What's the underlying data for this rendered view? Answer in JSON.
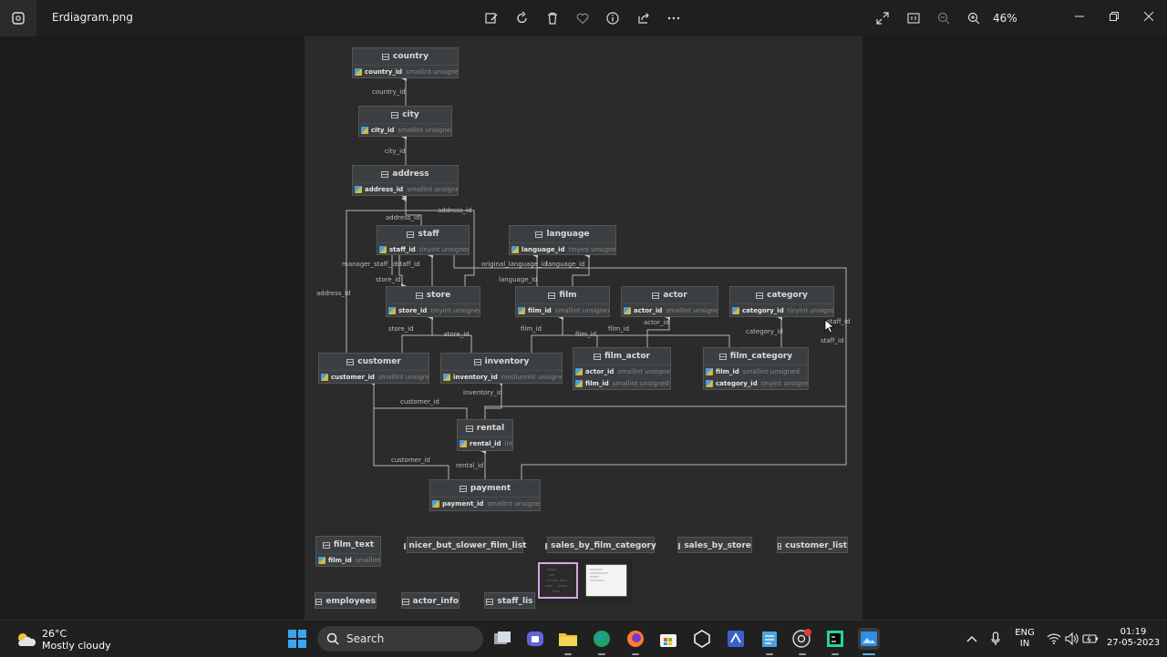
{
  "window": {
    "file_name": "Erdiagram.png",
    "zoom": "46%"
  },
  "toolbar": {
    "icons": [
      "edit-image-icon",
      "rotate-icon",
      "delete-icon",
      "favorite-icon",
      "info-icon",
      "share-icon",
      "more-icon"
    ],
    "right_icons": [
      "fullscreen-icon",
      "actual-size-icon",
      "zoom-out-icon",
      "zoom-in-icon"
    ]
  },
  "diagram": {
    "tables": {
      "country": {
        "name": "country",
        "columns": [
          {
            "name": "country_id",
            "type": "smallint unsigned"
          }
        ]
      },
      "city": {
        "name": "city",
        "columns": [
          {
            "name": "city_id",
            "type": "smallint unsigned"
          }
        ]
      },
      "address": {
        "name": "address",
        "columns": [
          {
            "name": "address_id",
            "type": "smallint unsigned"
          }
        ]
      },
      "staff": {
        "name": "staff",
        "columns": [
          {
            "name": "staff_id",
            "type": "tinyint unsigned"
          }
        ]
      },
      "language": {
        "name": "language",
        "columns": [
          {
            "name": "language_id",
            "type": "tinyint unsigned"
          }
        ]
      },
      "store": {
        "name": "store",
        "columns": [
          {
            "name": "store_id",
            "type": "tinyint unsigned"
          }
        ]
      },
      "film": {
        "name": "film",
        "columns": [
          {
            "name": "film_id",
            "type": "smallint unsigned"
          }
        ]
      },
      "actor": {
        "name": "actor",
        "columns": [
          {
            "name": "actor_id",
            "type": "smallint unsigned"
          }
        ]
      },
      "category": {
        "name": "category",
        "columns": [
          {
            "name": "category_id",
            "type": "tinyint unsigned"
          }
        ]
      },
      "customer": {
        "name": "customer",
        "columns": [
          {
            "name": "customer_id",
            "type": "smallint unsigned"
          }
        ]
      },
      "inventory": {
        "name": "inventory",
        "columns": [
          {
            "name": "inventory_id",
            "type": "mediumint unsigned"
          }
        ]
      },
      "film_actor": {
        "name": "film_actor",
        "columns": [
          {
            "name": "actor_id",
            "type": "smallint unsigned"
          },
          {
            "name": "film_id",
            "type": "smallint unsigned"
          }
        ]
      },
      "film_category": {
        "name": "film_category",
        "columns": [
          {
            "name": "film_id",
            "type": "smallint unsigned"
          },
          {
            "name": "category_id",
            "type": "tinyint unsigned"
          }
        ]
      },
      "rental": {
        "name": "rental",
        "columns": [
          {
            "name": "rental_id",
            "type": "int"
          }
        ]
      },
      "payment": {
        "name": "payment",
        "columns": [
          {
            "name": "payment_id",
            "type": "smallint unsigned"
          }
        ]
      },
      "film_text": {
        "name": "film_text",
        "columns": [
          {
            "name": "film_id",
            "type": "smallint"
          }
        ]
      },
      "nicer_but_slower_film_list": {
        "name": "nicer_but_slower_film_list"
      },
      "sales_by_film_category": {
        "name": "sales_by_film_category"
      },
      "sales_by_store": {
        "name": "sales_by_store"
      },
      "customer_list": {
        "name": "customer_list"
      },
      "employees": {
        "name": "employees"
      },
      "actor_info": {
        "name": "actor_info"
      },
      "staff_list": {
        "name": "staff_lis"
      }
    },
    "labels": {
      "l_country_id": "country_id",
      "l_city_id": "city_id",
      "l_address_id_1": "address_id",
      "l_address_id_2": "address_id",
      "l_address_id_3": "address_id",
      "l_manager_staff_id": "manager_staff_id",
      "l_staff_id_1": "staff_id",
      "l_store_id_1": "store_id",
      "l_original_language_id": "original_language_id",
      "l_language_id_1": "language_id",
      "l_language_id_2": "language_id",
      "l_store_id_2": "store_id",
      "l_store_id_3": "store_id",
      "l_film_id_1": "film_id",
      "l_film_id_2": "film_id",
      "l_film_id_3": "film_id",
      "l_actor_id": "actor_id",
      "l_category_id": "category_id",
      "l_staff_id_2": "staff_id",
      "l_staff_id_3": "staff_id",
      "l_customer_id_1": "customer_id",
      "l_inventory_id": "inventory_id",
      "l_customer_id_2": "customer_id",
      "l_rental_id": "rental_id"
    }
  },
  "taskbar": {
    "weather_temp": "26°C",
    "weather_desc": "Mostly cloudy",
    "search_label": "Search",
    "apps": [
      "start-icon",
      "task-view-icon",
      "teams-icon",
      "file-explorer-icon",
      "edge-icon",
      "firefox-icon",
      "store-icon",
      "unity-icon",
      "visual-studio-icon",
      "notepad-icon",
      "chrome-icon",
      "datagrip-icon",
      "photos-icon"
    ],
    "language_top": "ENG",
    "language_bottom": "IN",
    "time": "01:19",
    "date": "27-05-2023"
  },
  "colors": {
    "canvas": "#2b2b2b",
    "table_bg": "#3c3f41",
    "wire": "#b5b5b5",
    "thumb_border": "#d7a6e4"
  }
}
